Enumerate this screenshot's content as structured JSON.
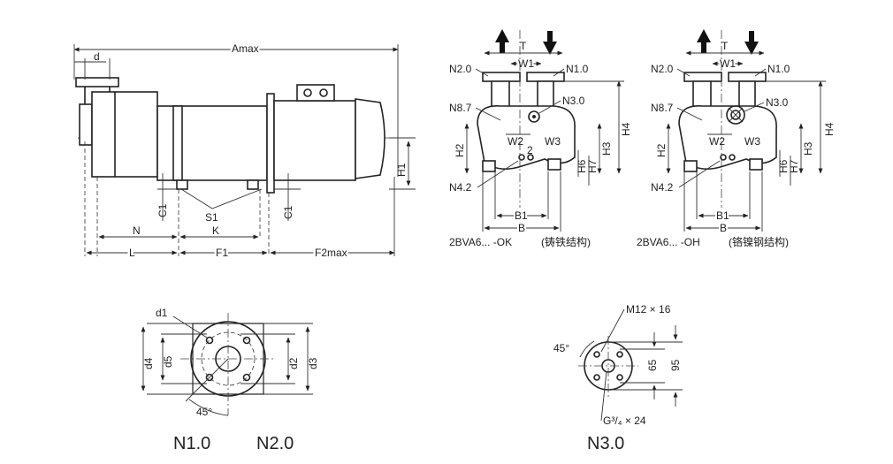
{
  "side_view": {
    "labels": {
      "amax": "Amax",
      "d": "d",
      "h1": "H1",
      "c1_left": "C1",
      "s1": "S1",
      "c1_right": "C1",
      "n": "N",
      "k": "K",
      "l": "L",
      "f1": "F1",
      "f2max": "F2max"
    }
  },
  "end_view_ok": {
    "labels": {
      "t": "T",
      "w1": "W1",
      "n2_0": "N2.0",
      "n1_0": "N1.0",
      "n8_7": "N8.7",
      "n3_0": "N3.0",
      "h4": "H4",
      "h2": "H2",
      "w2": "W2",
      "w3": "W3",
      "h3": "H3",
      "mark2": "2",
      "h6": "H6",
      "h7": "H7",
      "n4_2": "N4.2",
      "b1": "B1",
      "b": "B"
    },
    "caption": "2BVA6... -OK",
    "caption_cn": "(铸铁结构)"
  },
  "end_view_oh": {
    "labels": {
      "t": "T",
      "w1": "W1",
      "n2_0": "N2.0",
      "n1_0": "N1.0",
      "n8_7": "N8.7",
      "n3_0": "N3.0",
      "h4": "H4",
      "h2": "H2",
      "w2": "W2",
      "w3": "W3",
      "h3": "H3",
      "h6": "H6",
      "h7": "H7",
      "n4_2": "N4.2",
      "b1": "B1",
      "b": "B"
    },
    "caption": "2BVA6... -OH",
    "caption_cn": "(铬镍钢结构)"
  },
  "flange_n1_n2": {
    "labels": {
      "d1": "d1",
      "d4": "d4",
      "d5": "d5",
      "d2": "d2",
      "d3": "d3",
      "angle": "45°"
    },
    "caption_a": "N1.0",
    "caption_b": "N2.0"
  },
  "flange_n3": {
    "labels": {
      "bolt": "M12 × 16",
      "angle": "45°",
      "dim65": "65",
      "dim95": "95",
      "thread": "G³/₄ × 24"
    },
    "caption": "N3.0"
  }
}
